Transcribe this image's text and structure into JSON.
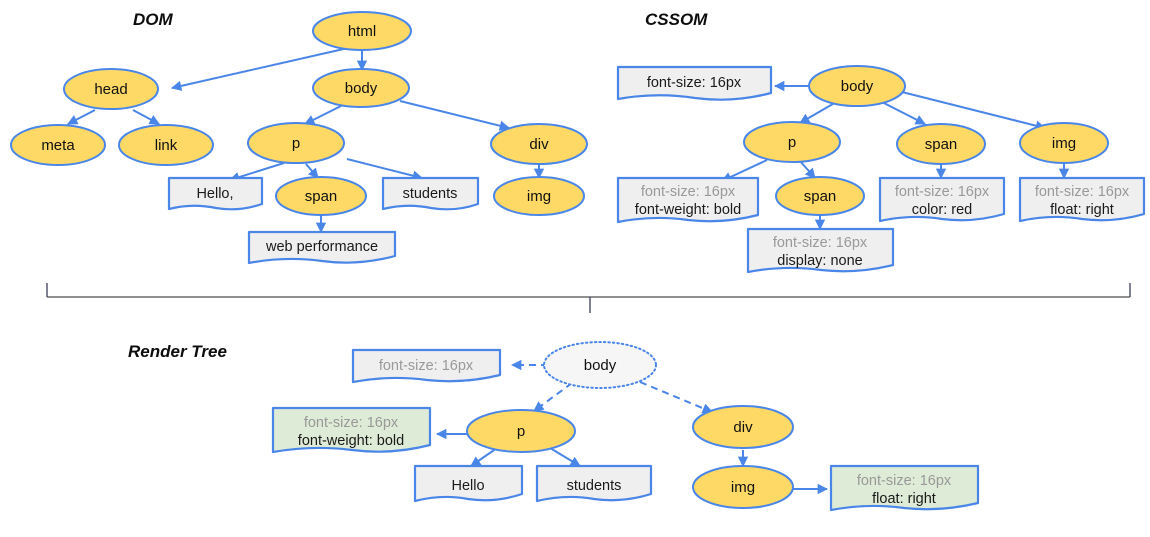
{
  "diagram": {
    "title_dom": "DOM",
    "title_cssom": "CSSOM",
    "title_render_tree": "Render Tree",
    "colors": {
      "node_fill": "#FFD966",
      "node_stroke": "#4A86E8",
      "text_box_fill": "#EFEFEF",
      "render_box_fill": "#DEEBD7",
      "muted_text": "#999999",
      "edge": "#4A86E8",
      "divider": "#6B6B6B"
    }
  },
  "dom": {
    "nodes": {
      "html": "html",
      "head": "head",
      "body": "body",
      "meta": "meta",
      "link": "link",
      "p": "p",
      "div": "div",
      "span": "span",
      "img": "img"
    },
    "text_nodes": {
      "hello": "Hello,",
      "students": "students",
      "web_performance": "web performance"
    }
  },
  "cssom": {
    "nodes": {
      "body": "body",
      "p": "p",
      "span_child": "span",
      "span": "span",
      "img": "img"
    },
    "rules": {
      "body": {
        "line1": "font-size: 16px",
        "line2": ""
      },
      "p": {
        "line1": "font-size: 16px",
        "line2": "font-weight: bold"
      },
      "span_child": {
        "line1": "font-size: 16px",
        "line2": "display: none"
      },
      "span": {
        "line1": "font-size: 16px",
        "line2": "color: red"
      },
      "img": {
        "line1": "font-size: 16px",
        "line2": "float: right"
      }
    }
  },
  "render_tree": {
    "nodes": {
      "body": "body",
      "p": "p",
      "div": "div",
      "img": "img"
    },
    "text_nodes": {
      "hello": "Hello",
      "students": "students"
    },
    "rules": {
      "body": {
        "line1": "font-size: 16px",
        "line2": ""
      },
      "p": {
        "line1": "font-size: 16px",
        "line2": "font-weight: bold"
      },
      "img": {
        "line1": "font-size: 16px",
        "line2": "float: right"
      }
    }
  }
}
